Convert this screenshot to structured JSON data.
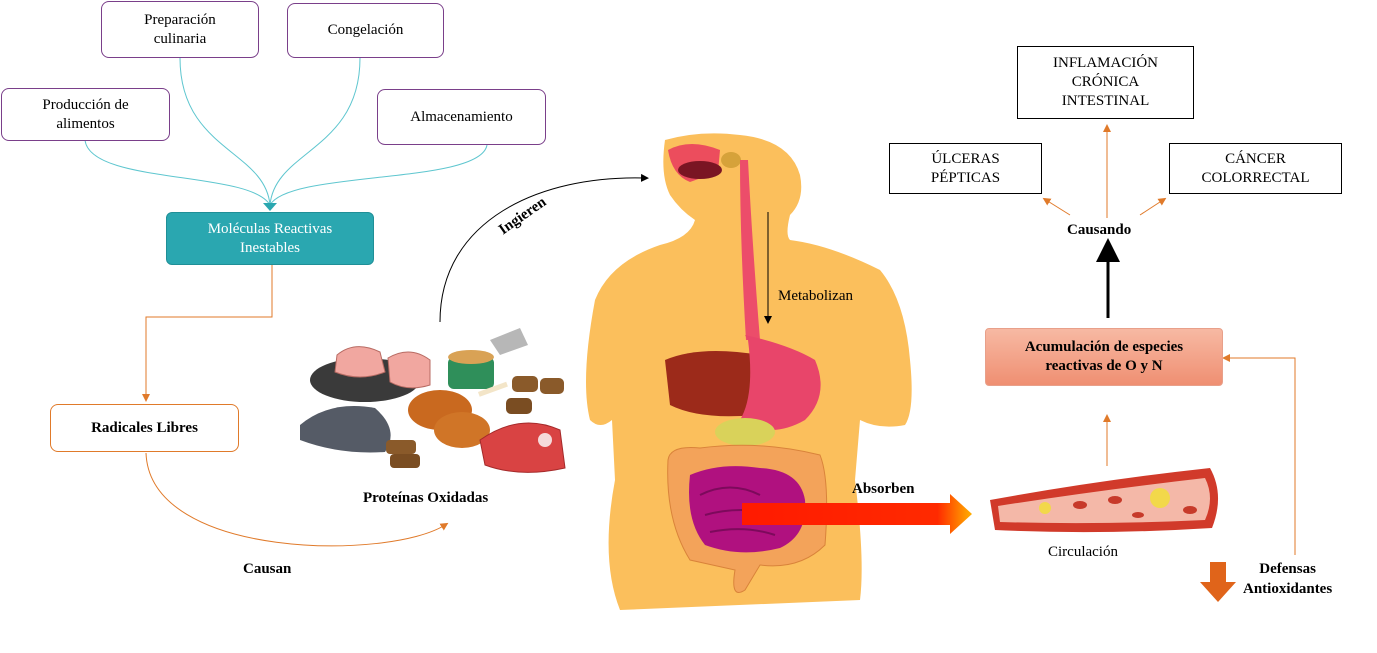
{
  "sources": {
    "preparacion": "Preparación\nculinaria",
    "congelacion": "Congelación",
    "produccion": "Producción de\nalimentos",
    "almacenamiento": "Almacenamiento"
  },
  "moleculas": "Moléculas Reactivas\nInestables",
  "radicales": "Radicales Libres",
  "causan": "Causan",
  "proteinas": "Proteínas Oxidadas",
  "ingieren": "Ingieren",
  "metabolizan": "Metabolizan",
  "absorben": "Absorben",
  "circulacion": "Circulación",
  "acumulacion": "Acumulación de especies\nreactivas de O y N",
  "causando": "Causando",
  "ulceras": "ÚLCERAS\nPÉPTICAS",
  "inflamacion": "INFLAMACIÓN\nCRÓNICA\nINTESTINAL",
  "cancer": "CÁNCER\nCOLORRECTAL",
  "defensas": "Defensas\nAntioxidantes",
  "colors": {
    "teal": "#2aa7b0",
    "orange": "#e07a2a",
    "salmon": "#ef8f72",
    "purple_border": "#7a3f8a",
    "body_skin": "#fbbf5c",
    "red_arrow": "#ff1a00"
  }
}
